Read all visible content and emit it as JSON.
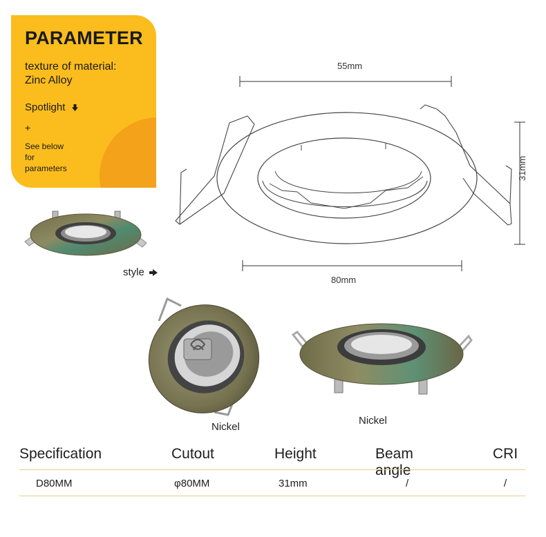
{
  "parameter": {
    "title": "PARAMETER",
    "material_label": "texture of material:",
    "material_value": "Zinc Alloy",
    "product": "Spotlight",
    "plus": "+",
    "note_line1": "See below",
    "note_line2": "for",
    "note_line3": "parameters"
  },
  "style": {
    "label": "style"
  },
  "dimensions": {
    "top_width": "55mm",
    "height": "31mm",
    "bottom_width": "80mm"
  },
  "products": [
    {
      "finish": "Nickel"
    },
    {
      "finish": "Nickel"
    }
  ],
  "spec_table": {
    "headers": [
      "Specification",
      "Cutout",
      "Height",
      "Beam angle",
      "CRI"
    ],
    "rows": [
      [
        "D80MM",
        "φ80MM",
        "31mm",
        "/",
        "/"
      ]
    ]
  },
  "colors": {
    "card": "#fbbd1d",
    "card_blob": "#f4a21a",
    "table_rule": "#e9cd87",
    "bronze": "#7d7a55"
  }
}
